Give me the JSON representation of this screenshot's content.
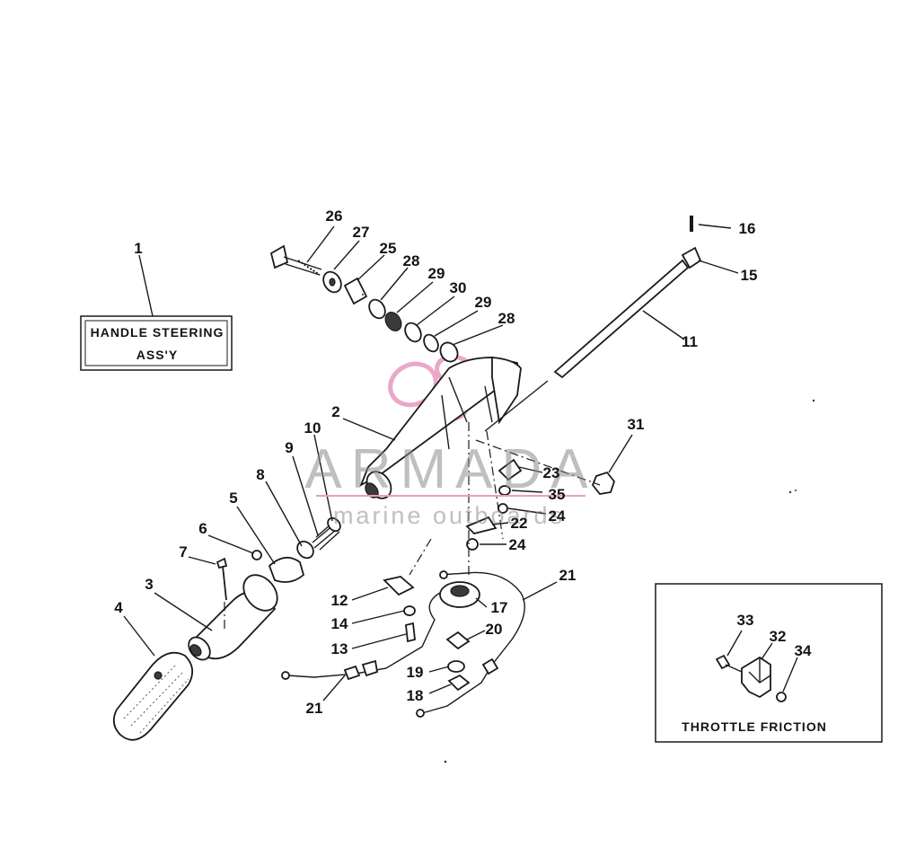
{
  "title_box": {
    "text_line1": "HANDLE STEERING",
    "text_line2": "ASS'Y"
  },
  "inset_box": {
    "label": "THROTTLE FRICTION"
  },
  "watermark": {
    "brand": "ARMADA",
    "tagline": "marine outboards",
    "logo_color": "#e89ec4"
  },
  "callouts": {
    "n1": "1",
    "n2": "2",
    "n3": "3",
    "n4": "4",
    "n5": "5",
    "n6": "6",
    "n7": "7",
    "n8": "8",
    "n9": "9",
    "n10": "10",
    "n11": "11",
    "n12": "12",
    "n13": "13",
    "n14": "14",
    "n15": "15",
    "n16": "16",
    "n17": "17",
    "n18": "18",
    "n19": "19",
    "n20": "20",
    "n21a": "21",
    "n21b": "21",
    "n22": "22",
    "n23": "23",
    "n24a": "24",
    "n24b": "24",
    "n25": "25",
    "n26": "26",
    "n27": "27",
    "n28a": "28",
    "n28b": "28",
    "n29a": "29",
    "n29b": "29",
    "n30": "30",
    "n31": "31",
    "n32": "32",
    "n33": "33",
    "n34": "34",
    "n35": "35"
  }
}
